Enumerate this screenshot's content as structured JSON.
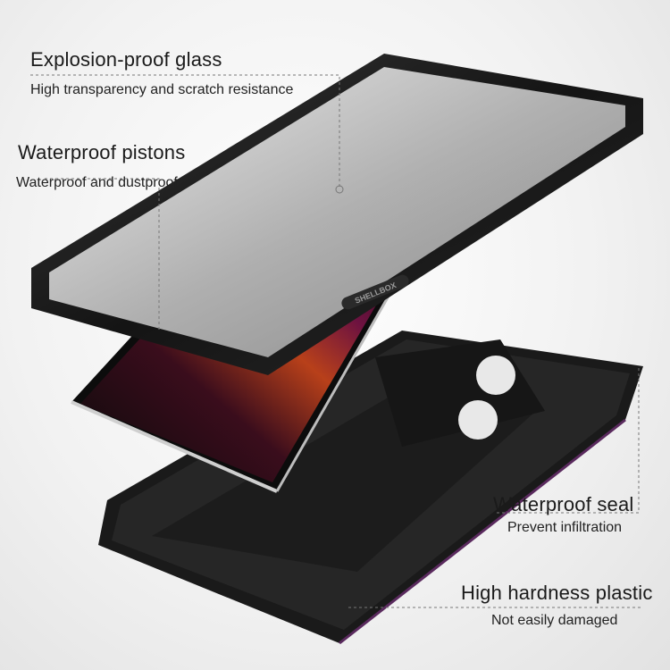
{
  "callouts": [
    {
      "title": "Explosion-proof glass",
      "subtitle": "High transparency and scratch resistance"
    },
    {
      "title": "Waterproof pistons",
      "subtitle": "Waterproof and dustproof"
    },
    {
      "title": "Waterproof seal",
      "subtitle": "Prevent infiltration"
    },
    {
      "title": "High hardness plastic",
      "subtitle": "Not easily damaged"
    }
  ],
  "product": {
    "brand_mark": "SHELLBOX",
    "components": [
      "front frame with glass",
      "phone",
      "back shell"
    ]
  },
  "colors": {
    "case": "#1c1c1c",
    "accent_purple": "#5a2a5e",
    "screen_orange": "#e0601a",
    "screen_magenta": "#8a1a4a",
    "background": "#f2f2f2"
  }
}
